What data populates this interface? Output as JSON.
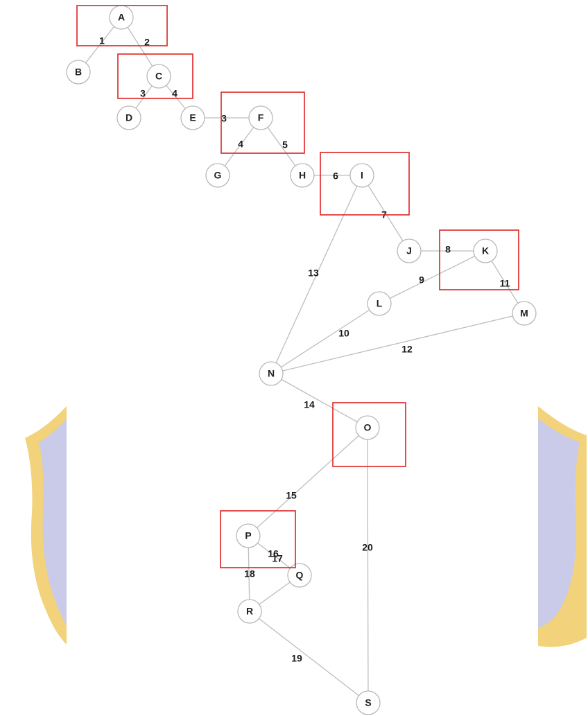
{
  "colors": {
    "edge": "#bdbdbd",
    "node_stroke": "#b8b8b8",
    "node_fill": "#ffffff",
    "highlight": "#dd2222",
    "watermark_fill": "#c9cbe8",
    "watermark_border": "#f2d27a"
  },
  "graph": {
    "nodes": [
      {
        "id": "A",
        "label": "A"
      },
      {
        "id": "B",
        "label": "B"
      },
      {
        "id": "C",
        "label": "C"
      },
      {
        "id": "D",
        "label": "D"
      },
      {
        "id": "E",
        "label": "E"
      },
      {
        "id": "F",
        "label": "F"
      },
      {
        "id": "G",
        "label": "G"
      },
      {
        "id": "H",
        "label": "H"
      },
      {
        "id": "I",
        "label": "I"
      },
      {
        "id": "J",
        "label": "J"
      },
      {
        "id": "K",
        "label": "K"
      },
      {
        "id": "L",
        "label": "L"
      },
      {
        "id": "M",
        "label": "M"
      },
      {
        "id": "N",
        "label": "N"
      },
      {
        "id": "O",
        "label": "O"
      },
      {
        "id": "P",
        "label": "P"
      },
      {
        "id": "Q",
        "label": "Q"
      },
      {
        "id": "R",
        "label": "R"
      },
      {
        "id": "S",
        "label": "S"
      }
    ],
    "edges": [
      {
        "from": "A",
        "to": "B",
        "label": "1"
      },
      {
        "from": "A",
        "to": "C",
        "label": "2"
      },
      {
        "from": "C",
        "to": "D",
        "label": "3"
      },
      {
        "from": "C",
        "to": "E",
        "label": "4"
      },
      {
        "from": "E",
        "to": "F",
        "label": "3"
      },
      {
        "from": "F",
        "to": "G",
        "label": "4"
      },
      {
        "from": "F",
        "to": "H",
        "label": "5"
      },
      {
        "from": "H",
        "to": "I",
        "label": "6"
      },
      {
        "from": "I",
        "to": "J",
        "label": "7"
      },
      {
        "from": "J",
        "to": "K",
        "label": "8"
      },
      {
        "from": "K",
        "to": "L",
        "label": "9"
      },
      {
        "from": "L",
        "to": "N",
        "label": "10"
      },
      {
        "from": "K",
        "to": "M",
        "label": "11"
      },
      {
        "from": "M",
        "to": "N",
        "label": "12"
      },
      {
        "from": "I",
        "to": "N",
        "label": "13"
      },
      {
        "from": "N",
        "to": "O",
        "label": "14"
      },
      {
        "from": "O",
        "to": "P",
        "label": "15"
      },
      {
        "from": "P",
        "to": "Q",
        "label": "16"
      },
      {
        "from": "Q",
        "to": "R",
        "label": "17"
      },
      {
        "from": "P",
        "to": "R",
        "label": "18"
      },
      {
        "from": "R",
        "to": "S",
        "label": "19"
      },
      {
        "from": "O",
        "to": "S",
        "label": "20"
      }
    ],
    "highlighted_nodes": [
      "A",
      "C",
      "F",
      "I",
      "K",
      "O",
      "P"
    ]
  }
}
